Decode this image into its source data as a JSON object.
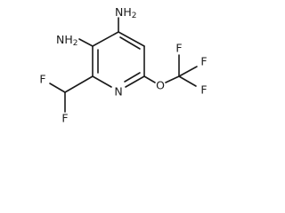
{
  "molecule": {
    "atoms": {
      "amine_top": {
        "element": "N",
        "hydrogens": "H",
        "subscript": "2"
      },
      "amine_left": {
        "element": "N",
        "hydrogens": "H",
        "subscript": "2"
      },
      "ring_nitrogen": {
        "element": "N"
      },
      "ether_oxygen": {
        "element": "O"
      },
      "fluorine_difluoro_a": {
        "element": "F"
      },
      "fluorine_difluoro_b": {
        "element": "F"
      },
      "fluorine_trifluoro_a": {
        "element": "F"
      },
      "fluorine_trifluoro_b": {
        "element": "F"
      },
      "fluorine_trifluoro_c": {
        "element": "F"
      }
    }
  }
}
